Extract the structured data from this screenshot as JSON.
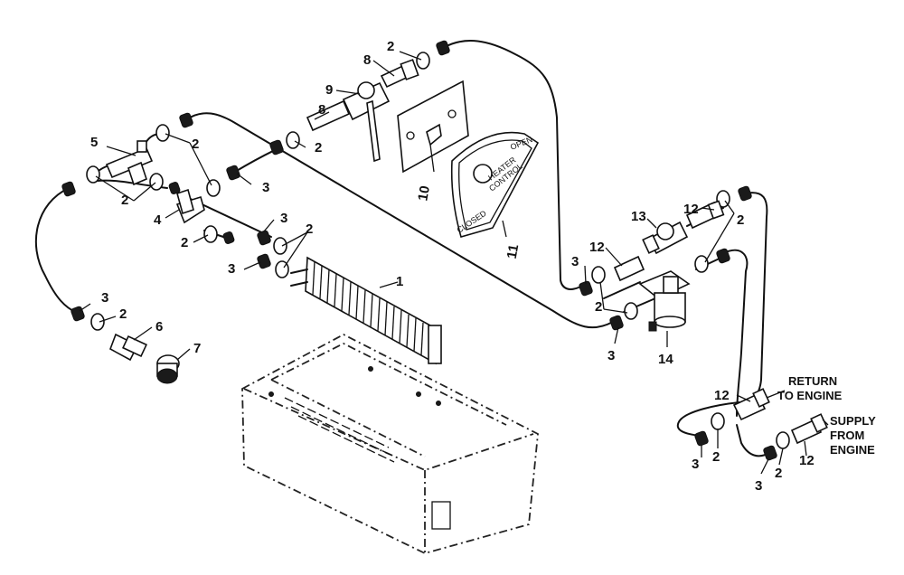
{
  "callouts": {
    "n1": "1",
    "n2a": "2",
    "n2b": "2",
    "n2c": "2",
    "n2d": "2",
    "n2e": "2",
    "n2f": "2",
    "n2g": "2",
    "n2h": "2",
    "n2i": "2",
    "n2j": "2",
    "n2k": "2",
    "n3a": "3",
    "n3b": "3",
    "n3c": "3",
    "n3d": "3",
    "n3e": "3",
    "n3f": "3",
    "n3g": "3",
    "n3h": "3",
    "n4": "4",
    "n5": "5",
    "n6": "6",
    "n7": "7",
    "n8a": "8",
    "n8b": "8",
    "n9": "9",
    "n10": "10",
    "n11": "11",
    "n12a": "12",
    "n12b": "12",
    "n12c": "12",
    "n12d": "12",
    "n13": "13",
    "n14": "14"
  },
  "notes": {
    "return_line1": "RETURN",
    "return_line2": "TO ENGINE",
    "supply_line1": "SUPPLY",
    "supply_line2": "FROM",
    "supply_line3": "ENGINE"
  },
  "control_plate": {
    "open_label": "OPEN",
    "closed_label": "CLOSED",
    "title_line1": "HEATER",
    "title_line2": "CONTROL"
  }
}
